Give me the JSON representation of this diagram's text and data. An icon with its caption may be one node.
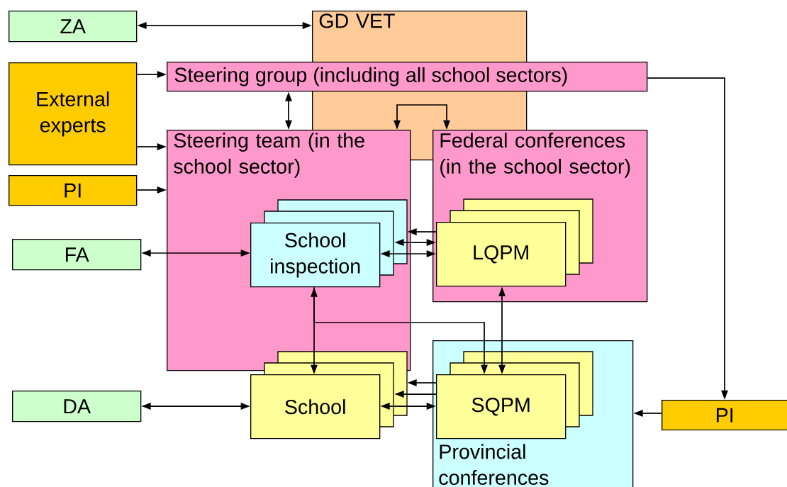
{
  "diagram": {
    "nodes": [
      {
        "text": [
          "ZA"
        ]
      },
      {
        "text": [
          "GD VET"
        ]
      },
      {
        "text": [
          "Steering group (including all school sectors)"
        ]
      },
      {
        "text": [
          "External experts"
        ]
      },
      {
        "text": [
          "PI"
        ]
      },
      {
        "text": [
          "Steering team (in the school sector)"
        ]
      },
      {
        "text": [
          "Federal conferences (in the school sector)"
        ]
      },
      {
        "text": [
          "School inspection"
        ],
        "in": 5
      },
      {
        "text": [
          "LQPM"
        ],
        "in": 6
      },
      {
        "text": [
          "FA"
        ]
      },
      {
        "text": [
          "School"
        ]
      },
      {
        "text": [
          "Provincial conferences"
        ]
      },
      {
        "text": [
          "SQPM"
        ],
        "in": 11
      },
      {
        "text": [
          "DA"
        ]
      },
      {
        "text": [
          "PI"
        ]
      }
    ],
    "edges": [
      {
        "from": 0,
        "to": 1,
        "arrow": "both"
      },
      {
        "from": 3,
        "to": 2,
        "arrow": "to"
      },
      {
        "from": 3,
        "to": 5,
        "arrow": "to"
      },
      {
        "from": 4,
        "to": 5,
        "arrow": "to"
      },
      {
        "from": 2,
        "to": 5,
        "arrow": "both"
      },
      {
        "from": 1,
        "to": 5,
        "arrow": "to"
      },
      {
        "from": 1,
        "to": 6,
        "arrow": "to"
      },
      {
        "from": 2,
        "to": 14,
        "arrow": "to"
      },
      {
        "from": 9,
        "to": 7,
        "arrow": "both"
      },
      {
        "from": 8,
        "to": 7,
        "arrow": "to"
      },
      {
        "from": 8,
        "to": 7,
        "arrow": "both"
      },
      {
        "from": 8,
        "to": 7,
        "arrow": "both"
      },
      {
        "from": 7,
        "to": 10,
        "arrow": "both"
      },
      {
        "from": 7,
        "to": 12,
        "arrow": "to"
      },
      {
        "from": 8,
        "to": 12,
        "arrow": "both"
      },
      {
        "from": 13,
        "to": 10,
        "arrow": "both"
      },
      {
        "from": 12,
        "to": 10,
        "arrow": "to"
      },
      {
        "from": 12,
        "to": 10,
        "arrow": "to"
      },
      {
        "from": 12,
        "to": 10,
        "arrow": "both"
      },
      {
        "from": 14,
        "to": 11,
        "arrow": "to"
      }
    ]
  }
}
